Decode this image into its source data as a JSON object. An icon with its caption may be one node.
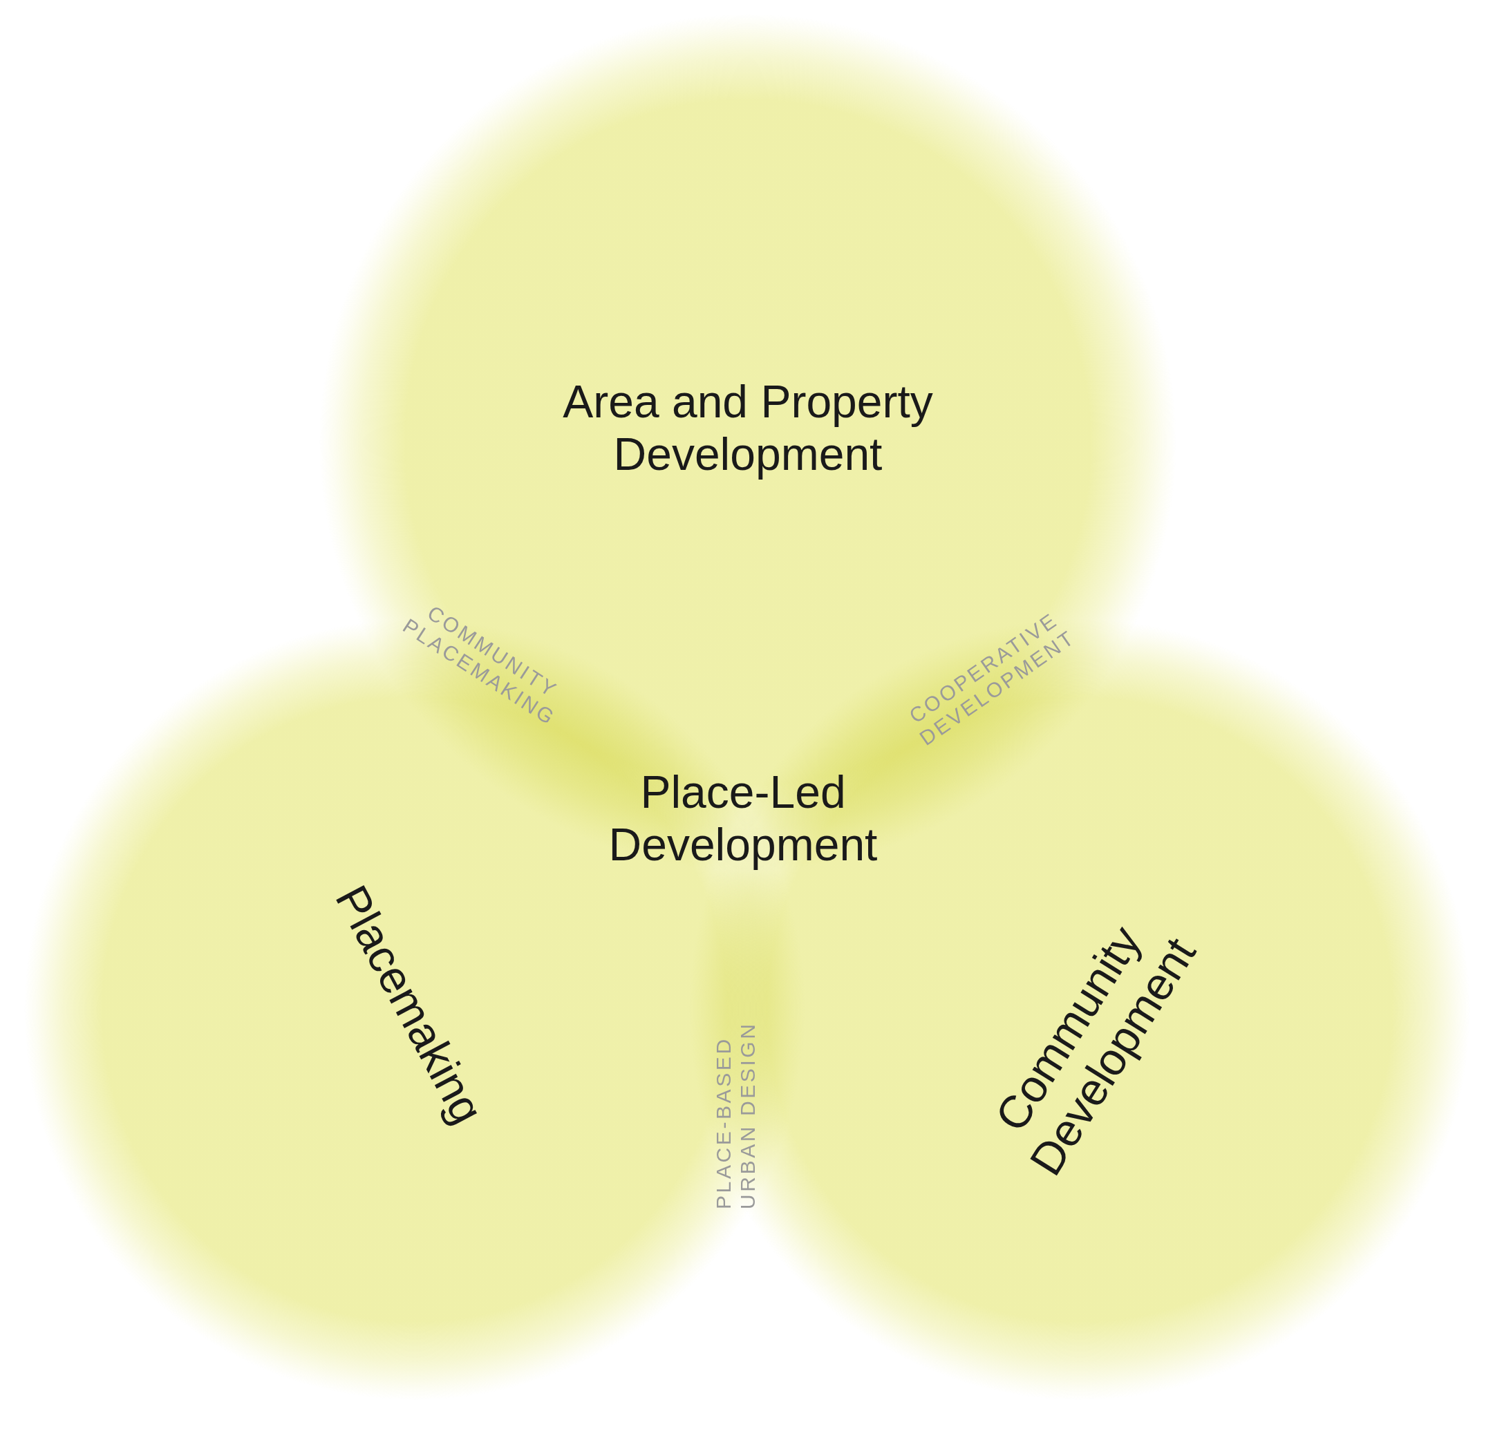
{
  "diagram": {
    "nodes": [
      {
        "text": [
          "Area and Property Development"
        ]
      },
      {
        "text": [
          "Placemaking"
        ]
      },
      {
        "text": [
          "Community Development"
        ]
      }
    ],
    "edges": [],
    "labels": [
      "COMMUNITY PLACEMAKING",
      "COOPERATIVE DEVELOPMENT",
      "Place-Led Development",
      "PLACE-BASED URBAN DESIGN"
    ]
  }
}
